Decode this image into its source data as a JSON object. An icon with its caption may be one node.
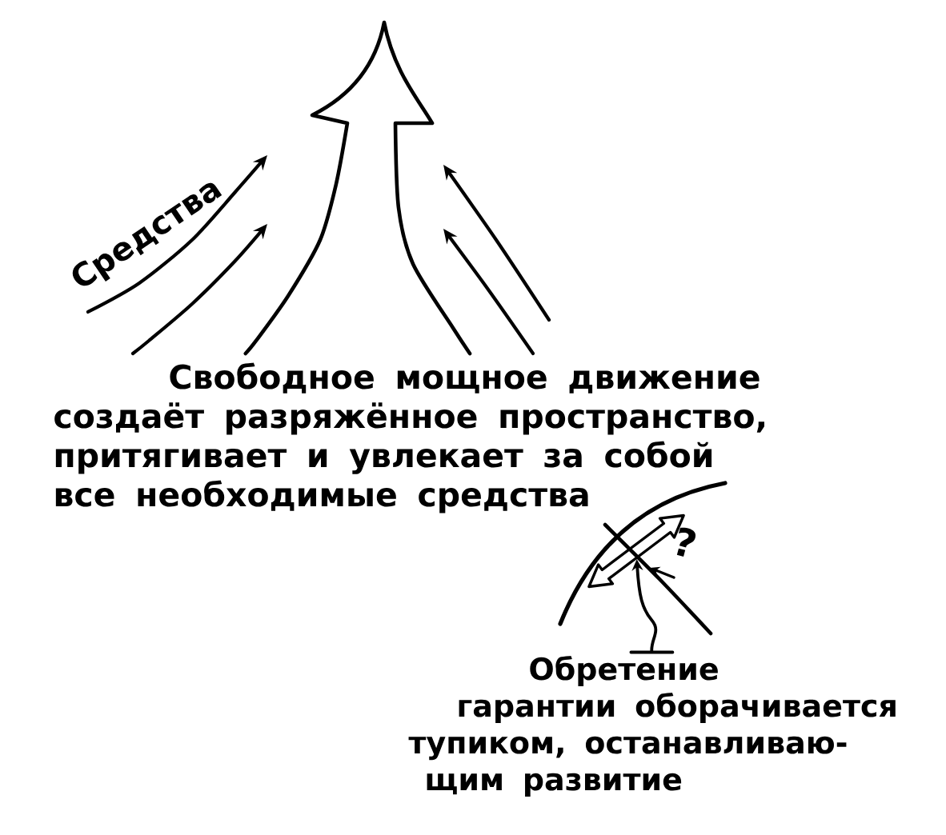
{
  "diagram": {
    "nodes": [
      {
        "text": [],
        "shape": "arrow"
      },
      {
        "text": [
          "Обретение гарантии оборачивается тупиком, останавливаю- щим развитие"
        ]
      }
    ],
    "edges": [
      {
        "from": 1,
        "to": 0,
        "arrow": "to"
      }
    ],
    "labels": [
      "Средства",
      "Свободное мощное движение создаёт разряжённое пространство, притягивает и увлекает за собой все необходимые средства",
      "?"
    ]
  }
}
